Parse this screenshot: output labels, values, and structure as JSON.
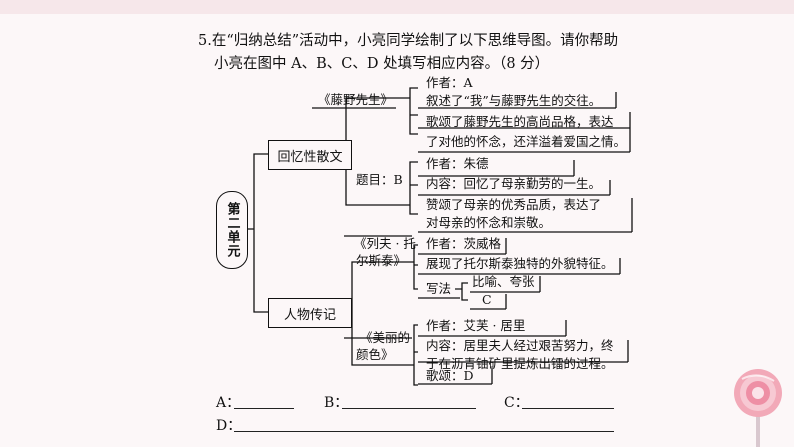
{
  "question": {
    "line1": "5.在“归纳总结”活动中，小亮同学绘制了以下思维导图。请你帮助",
    "line2": "小亮在图中 A、B、C、D 处填写相应内容。（8 分）"
  },
  "mindmap": {
    "root": "第二单元",
    "cat1": "回忆性散文",
    "cat2": "人物传记",
    "b1": "《藤野先生》",
    "b1_author": "作者：A",
    "b1_content": "叙述了“我”与藤野先生的交往。",
    "b1_praise1": "歌颂了藤野先生的高尚品格，表达",
    "b1_praise2": "了对他的怀念，还洋溢着爱国之情。",
    "b2": "题目：B",
    "b2_author": "作者：朱德",
    "b2_content": "内容：回忆了母亲勤劳的一生。",
    "b2_praise1": "赞颂了母亲的优秀品质，表达了",
    "b2_praise2": "对母亲的怀念和崇敬。",
    "b3_line1": "《列夫 · 托",
    "b3_line2": "尔斯泰》",
    "b3_author": "作者：茨威格",
    "b3_content": "展现了托尔斯泰独特的外貌特征。",
    "b3_method": "写法",
    "b3_m1": "比喻、夸张",
    "b3_m2": "C",
    "b4_line1": "《美丽的",
    "b4_line2": "颜色》",
    "b4_author": "作者：艾芙 · 居里",
    "b4_content1": "内容：居里夫人经过艰苦努力，终",
    "b4_content2": "于在沥青铀矿里提炼出镭的过程。",
    "b4_praise": "歌颂：D"
  },
  "answers": {
    "a": "A：",
    "b": "B：",
    "c": "C：",
    "d": "D："
  }
}
